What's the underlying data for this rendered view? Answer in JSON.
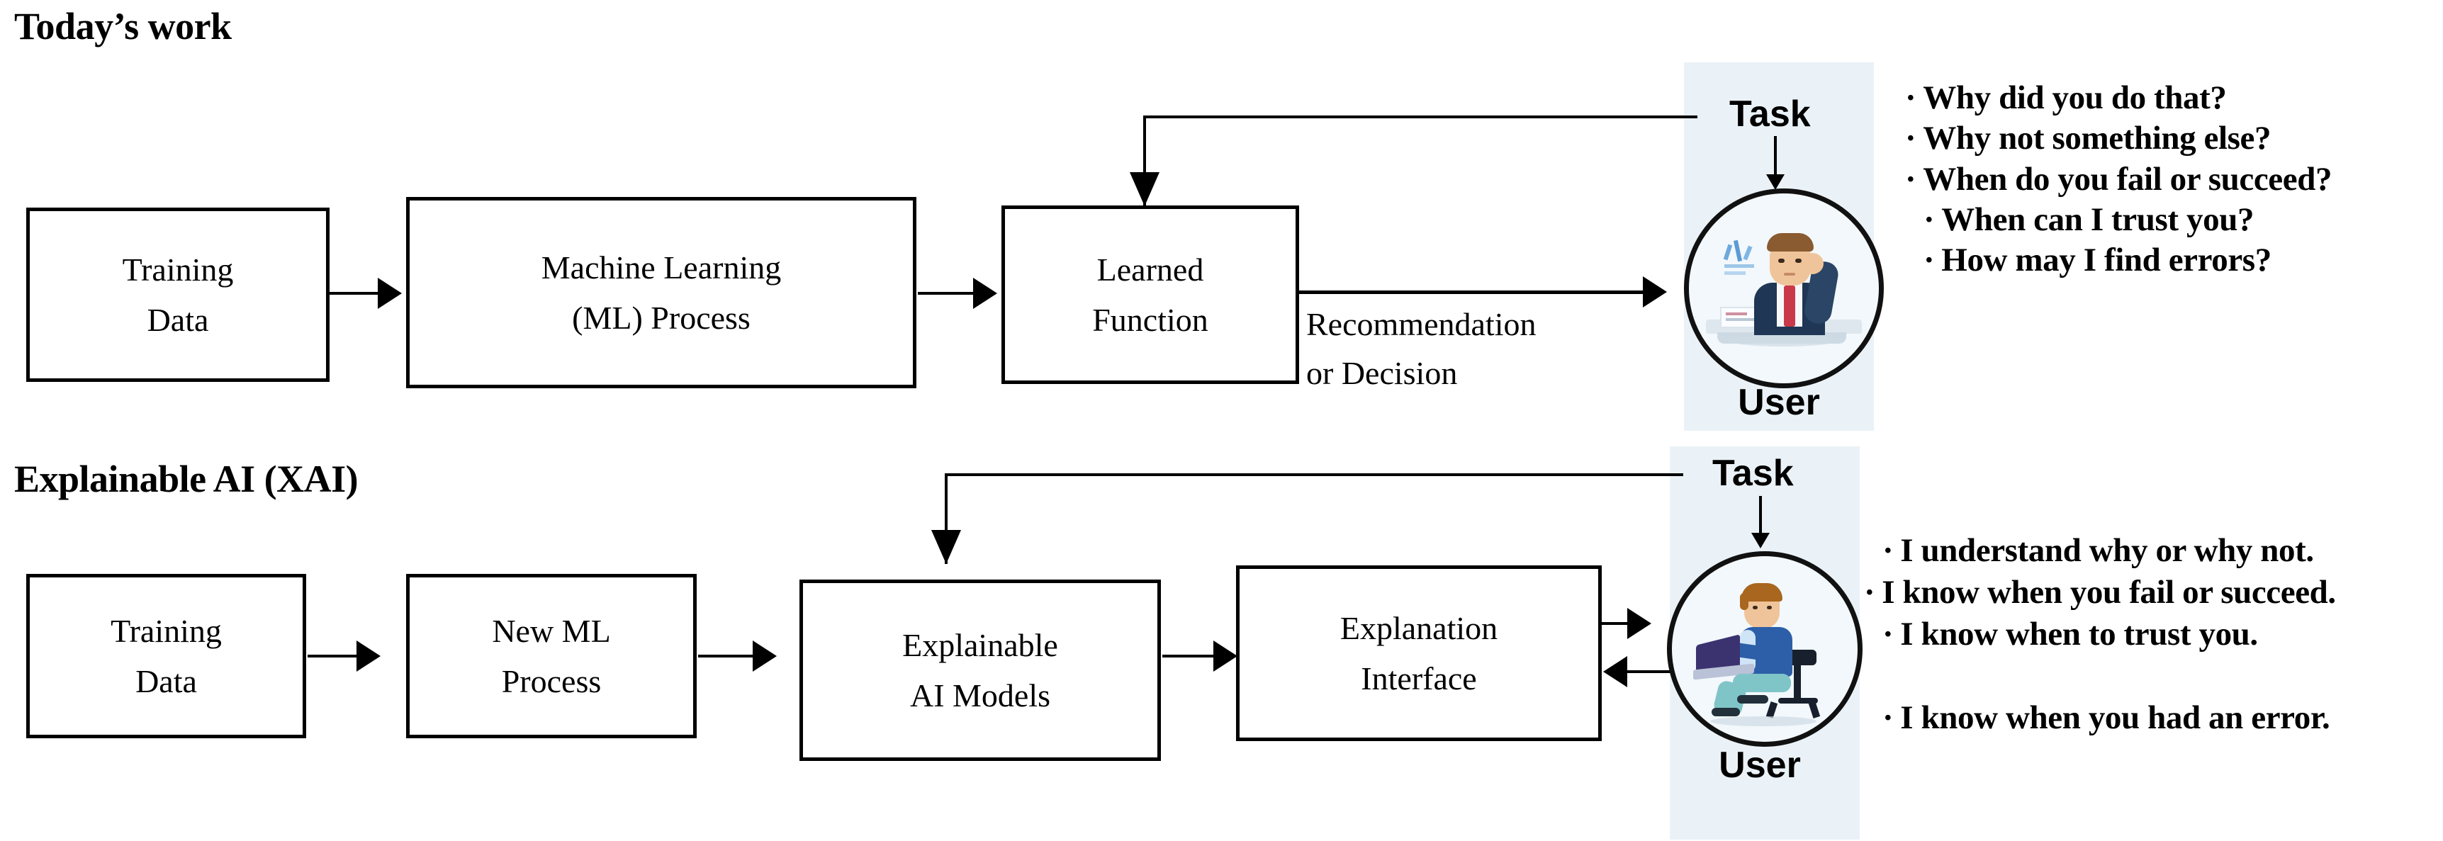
{
  "sections": [
    {
      "id": "today",
      "heading": "Today’s work",
      "boxes": [
        {
          "name": "training-data",
          "lines": [
            "Training",
            "Data"
          ]
        },
        {
          "name": "ml-process",
          "lines": [
            "Machine Learning",
            "(ML) Process"
          ]
        },
        {
          "name": "learned-function",
          "lines": [
            "Learned",
            "Function"
          ]
        }
      ],
      "edge_label": [
        "Recommendation",
        "or Decision"
      ],
      "task_label": "Task",
      "user_label": "User",
      "user_icon": "businessman-confused-icon",
      "bullets": [
        "Why did you do that?",
        "Why not something else?",
        "When do you fail or succeed?",
        "When can I trust you?",
        "How  may  I  find  errors?"
      ],
      "bullet_char": "·"
    },
    {
      "id": "xai",
      "heading": "Explainable AI (XAI)",
      "boxes": [
        {
          "name": "training-data",
          "lines": [
            "Training",
            "Data"
          ]
        },
        {
          "name": "new-ml-process",
          "lines": [
            "New ML",
            "Process"
          ]
        },
        {
          "name": "explainable-ai-models",
          "lines": [
            "Explainable",
            "AI Models"
          ]
        },
        {
          "name": "explanation-interface",
          "lines": [
            "Explanation",
            "Interface"
          ]
        }
      ],
      "task_label": "Task",
      "user_label": "User",
      "user_icon": "person-at-laptop-icon",
      "bullets": [
        "I understand why or why not.",
        "I know when you fail or succeed.",
        "I know when to trust you.",
        "I know when you had an error."
      ],
      "bullet_char": "·"
    }
  ],
  "colors": {
    "ink": "#000000",
    "panel_tint": "#eaf2f7",
    "circle_fill": "#f2f8fb",
    "suit_navy": "#1f3655",
    "tie_red": "#c9394a",
    "skin": "#f0c49a",
    "hair_brown": "#8a5a30",
    "shirt_blue": "#2c5fa8",
    "laptop_purple": "#3b3270",
    "chair_teal": "#9fd3cf"
  }
}
